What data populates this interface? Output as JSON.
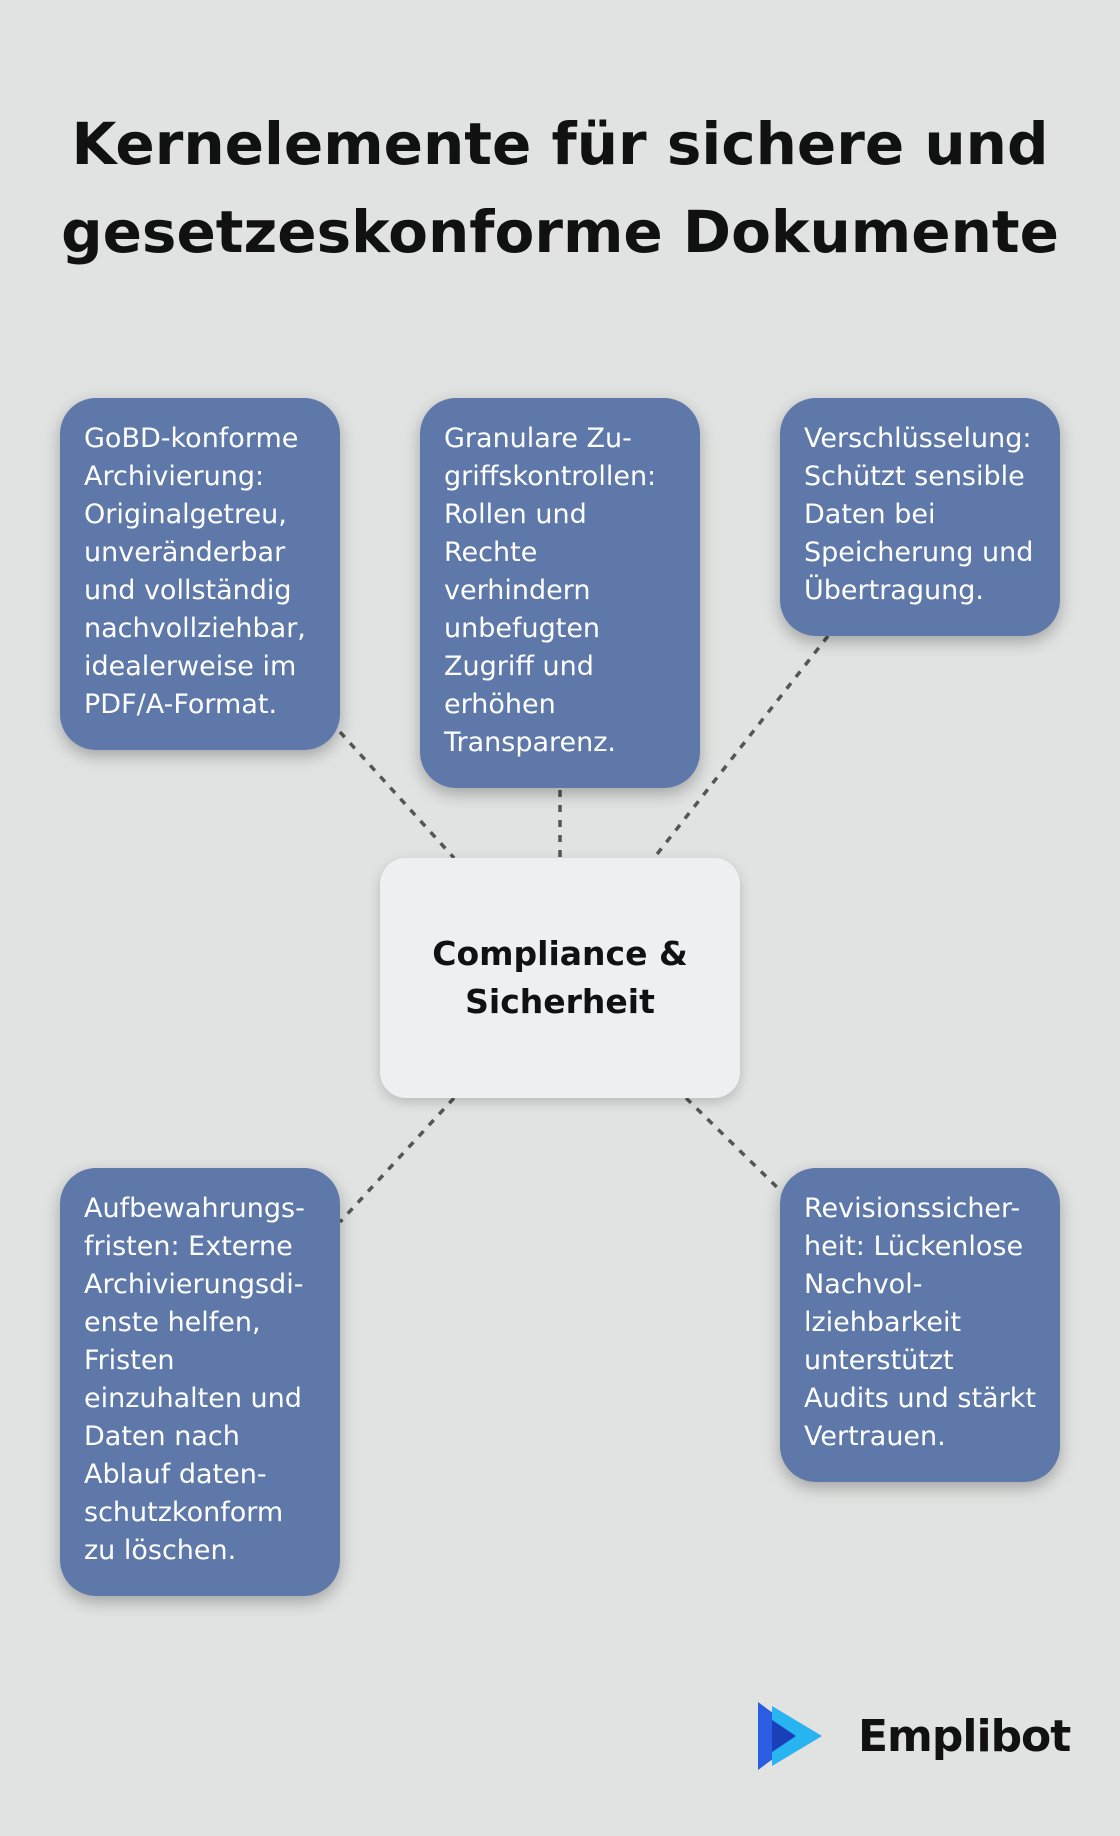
{
  "title": "Kernelemente für sichere und\ngesetzeskonforme Dokumente",
  "center": {
    "label": "Compliance &\nSicherheit"
  },
  "cards": [
    {
      "text": "GoBD-konforme\nArchivierung:\nOriginalgetreu,\nunveränderbar\nund vollständig\nnachvollziehbar,\nidealerweise im\nPDF/A-Format."
    },
    {
      "text": "Granulare Zu-\ngriffskontrollen:\nRollen und\nRechte\nverhindern\nunbefugten\nZugriff und\nerhöhen\nTransparenz."
    },
    {
      "text": "Verschlüsselung:\nSchützt sensible\nDaten bei\nSpeicherung und\nÜbertragung."
    },
    {
      "text": "Aufbewahrungs-\nfristen: Externe\nArchivierungsdi-\nenste helfen,\nFristen\neinzuhalten und\nDaten nach\nAblauf daten-\nschutzkonform\nzu löschen."
    },
    {
      "text": "Revisionssicher-\nheit: Lückenlose\nNachvol-\nlziehbarkeit\nunterstützt\nAudits und stärkt\nVertrauen."
    }
  ],
  "brand": {
    "name": "Emplibot",
    "icon": "emplibot-logo-icon"
  },
  "colors": {
    "background": "#e1e3e2",
    "card": "#5e78a9",
    "center": "#eeeff1",
    "connector": "#555555"
  }
}
